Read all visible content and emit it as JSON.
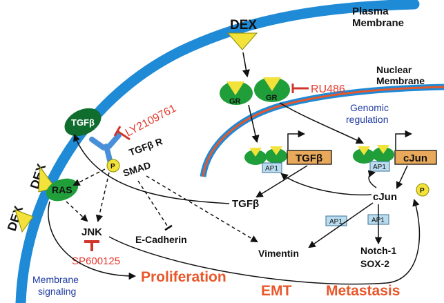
{
  "labels": {
    "plasma_membrane_line1": "Plasma",
    "plasma_membrane_line2": "Membrane",
    "nuclear_membrane_line1": "Nuclear",
    "nuclear_membrane_line2": "Membrane",
    "dex_top": "DEX",
    "dex_left_upper": "DEX",
    "dex_left_lower": "DEX",
    "gr": "GR",
    "ru486": "RU486",
    "genomic_regulation_line1": "Genomic",
    "genomic_regulation_line2": "regulation",
    "tgfb_ligand": "TGFβ",
    "ly2109761": "LY2109761",
    "tgfb_r": "TGFβ R",
    "phospho": "P",
    "smad": "SMAD",
    "ras": "RAS",
    "tgfb_gene": "TGFβ",
    "cjun_gene": "cJun",
    "ap1": "AP1",
    "tgfb_secreted": "TGFβ",
    "cjun": "cJun",
    "jnk": "JNK",
    "sp600125": "SP600125",
    "ecadherin": "E-Cadherin",
    "vimentin": "Vimentin",
    "notch1": "Notch-1",
    "sox2": "SOX-2",
    "membrane_signaling_line1": "Membrane",
    "membrane_signaling_line2": "signaling",
    "proliferation": "Proliferation",
    "emt": "EMT",
    "metastasis": "Metastasis"
  },
  "colors": {
    "membrane_blue": "#1f8ad6",
    "nuclear_orange": "#e8572a",
    "receptor_green": "#1f9e3a",
    "dex_yellow": "#f2e23a",
    "inhibitor_red": "#e63a2e",
    "ap1_box": "#b9dcef",
    "gene_box": "#e9a95a",
    "signaling_blue": "#1f3aa0"
  }
}
